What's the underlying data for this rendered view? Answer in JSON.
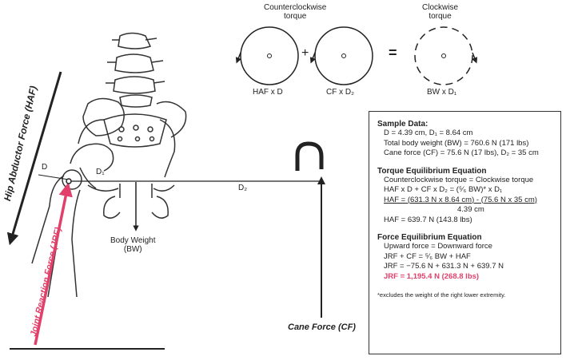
{
  "torque_diagram": {
    "counterclockwise_label": "Counterclockwise\ntorque",
    "clockwise_label": "Clockwise\ntorque",
    "plus_sign": "+",
    "equals_sign": "=",
    "haf_term": "HAF x D",
    "cf_term": "CF x D₂",
    "bw_term": "BW x D₁"
  },
  "anatomy": {
    "haf_label": "Hip Abductor Force (HAF)",
    "jrf_label": "Joint Reaction Force (JRF)",
    "cane_label": "Cane Force (CF)",
    "body_weight_label": "Body Weight\n(BW)",
    "d_label": "D",
    "d1_label": "D₁",
    "d2_label": "D₂"
  },
  "sample_data": {
    "heading": "Sample Data:",
    "lines": [
      "D = 4.39 cm,  D₁ = 8.64 cm",
      "Total body weight (BW) = 760.6 N (171 lbs)",
      "Cane force (CF) = 75.6 N (17 lbs), D₂ = 35 cm"
    ]
  },
  "torque_equation": {
    "heading": "Torque Equilibrium Equation",
    "line1": "Counterclockwise torque = Clockwise torque",
    "line2": "HAF x D + CF x D₂ = (⁵⁄₆ BW)* x D₁",
    "numerator": "HAF = (631.3 N x 8.64 cm) - (75.6 N x 35 cm)",
    "denominator": "4.39 cm",
    "result": "HAF = 639.7 N (143.8 lbs)"
  },
  "force_equation": {
    "heading": "Force Equilibrium Equation",
    "line1": "Upward force = Downward force",
    "line2": "JRF + CF = ⁵⁄₆ BW + HAF",
    "line3": "JRF = −75.6 N + 631.3 N + 639.7 N",
    "result": "JRF = 1,195.4 N (268.8 lbs)"
  },
  "footnote": "*excludes the weight of the right lower extremity.",
  "colors": {
    "jrf": "#e0406a",
    "ink": "#222222"
  }
}
